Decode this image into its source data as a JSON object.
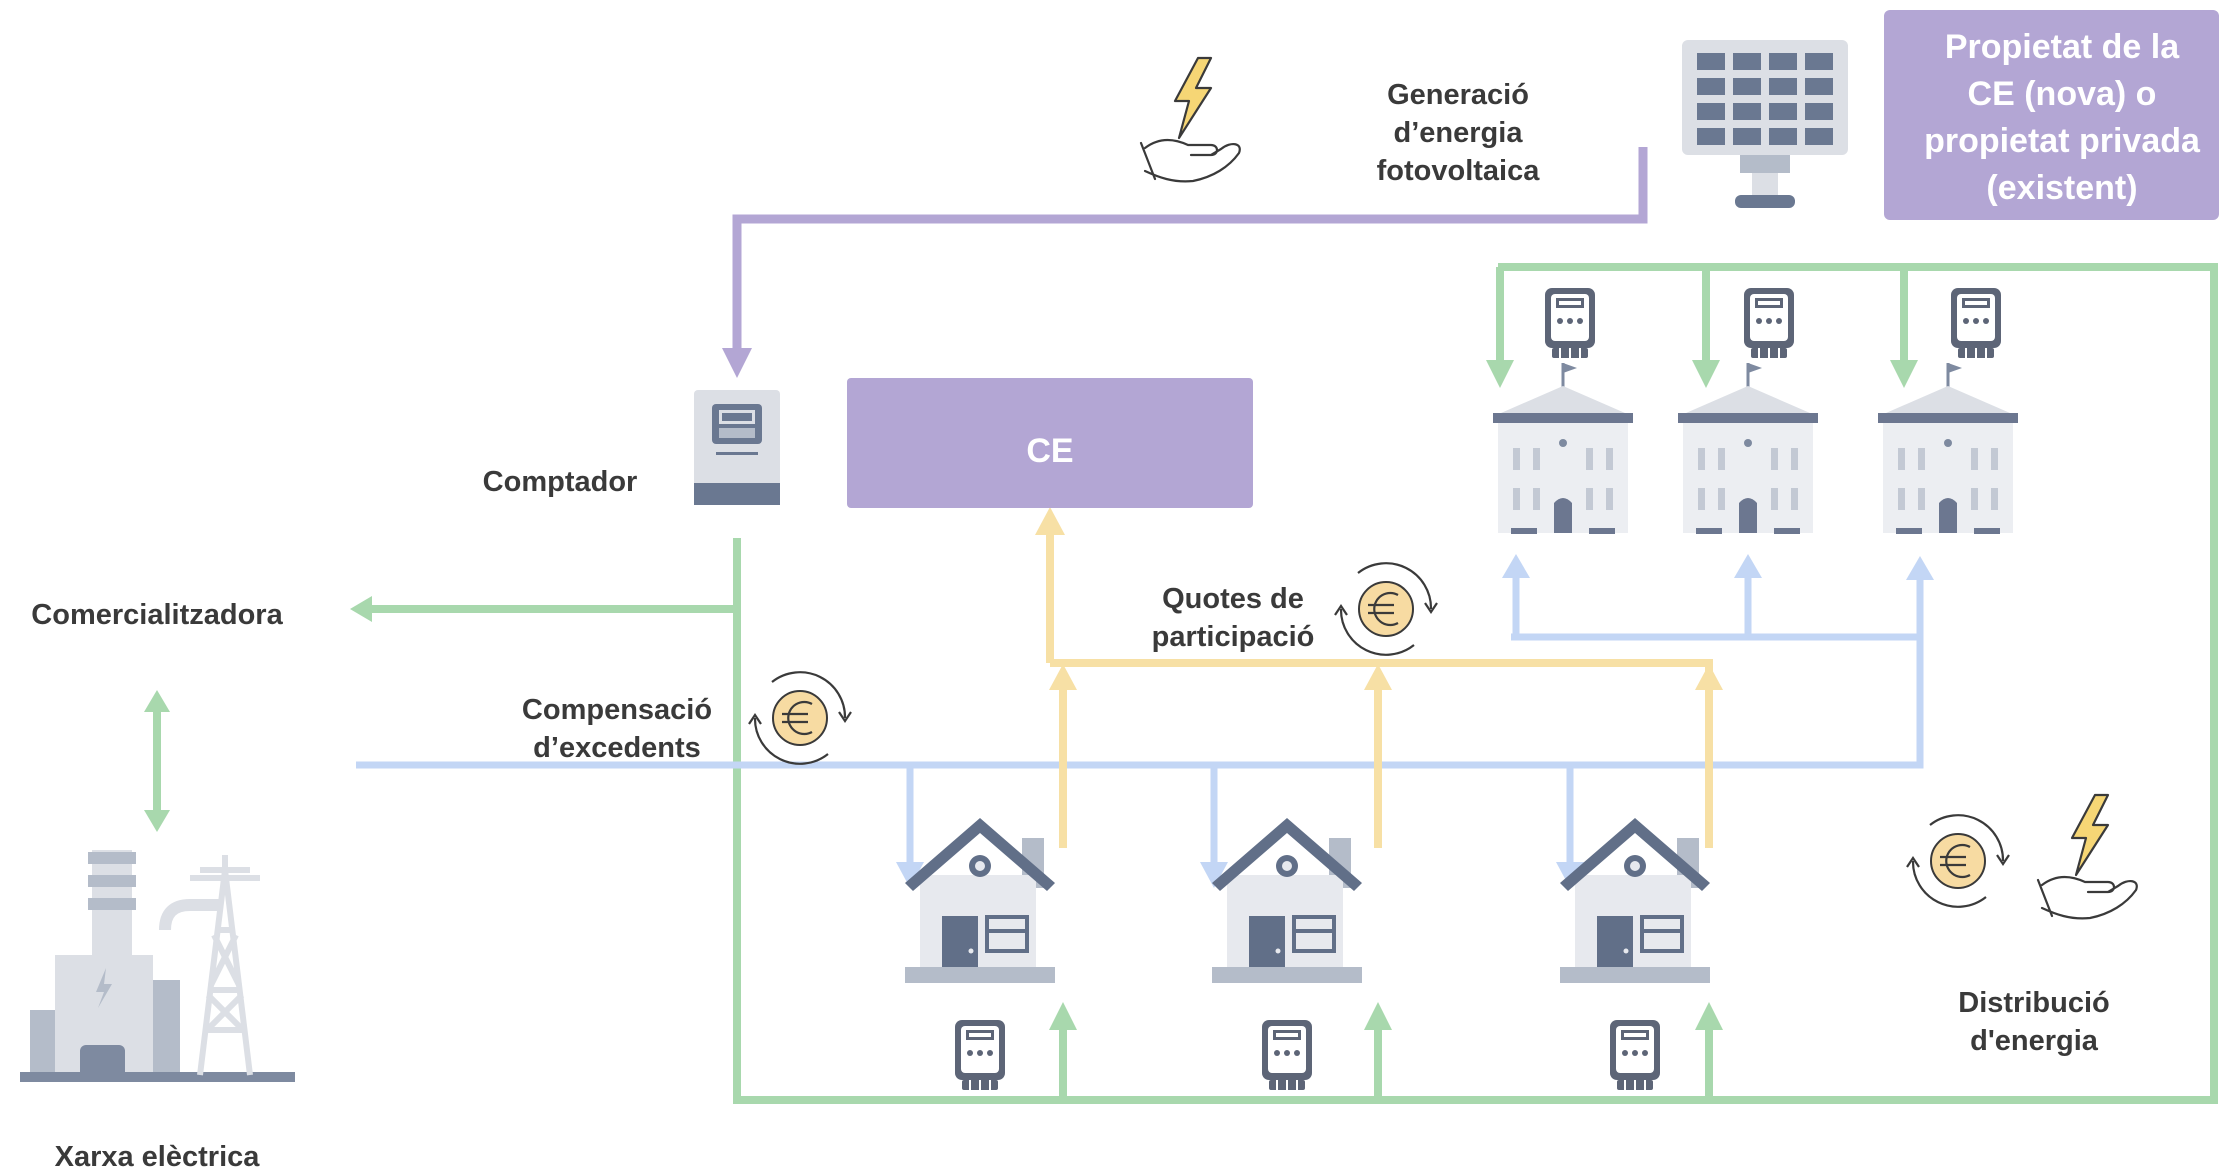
{
  "colors": {
    "purple": "#b3a6d4",
    "green": "#a8d8ad",
    "blue": "#c3d6f5",
    "yellow": "#f7e0a5",
    "slate": "#6a7891",
    "light_gray": "#dcdfe5",
    "label": "#3a3a3a",
    "lightning": "#f6d675"
  },
  "labels": {
    "generation": [
      "Generació",
      "d’energia",
      "fotovoltaica"
    ],
    "ownership": [
      "Propietat de la",
      "CE (nova) o",
      "propietat privada",
      "(existent)"
    ],
    "meter": "Comptador",
    "community": "CE",
    "retailer": "Comercialitzadora",
    "surplus": [
      "Compensació",
      "d’excedents"
    ],
    "fees": [
      "Quotes de",
      "participació"
    ],
    "distribution": [
      "Distribució",
      "d'energia"
    ],
    "grid": "Xarxa elèctrica"
  },
  "icons": {
    "hand": "hand-lightning-icon",
    "solar": "solar-panel-icon",
    "meter": "electric-meter-icon",
    "small_meter": "small-meter-icon",
    "public_building": "public-building-icon",
    "house": "house-icon",
    "euro_cycle": "euro-cycle-icon",
    "power_plant": "power-plant-icon"
  }
}
